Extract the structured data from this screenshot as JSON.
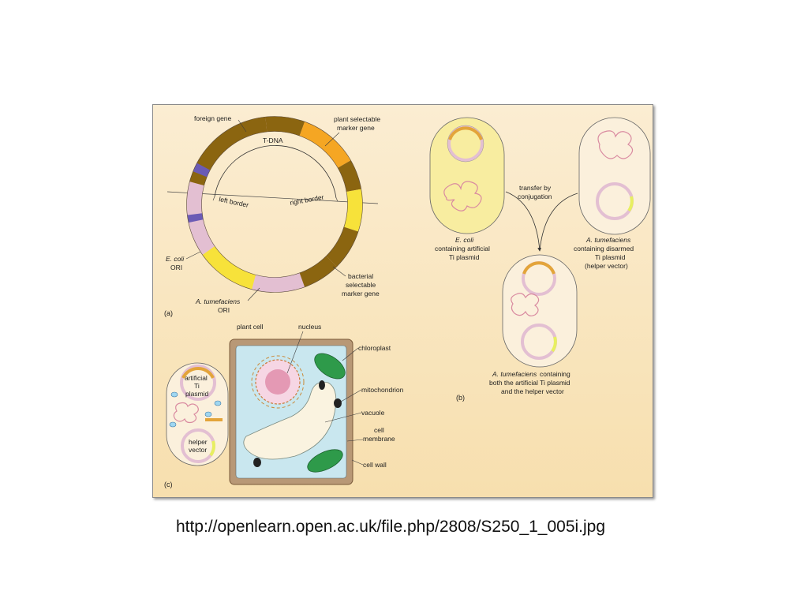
{
  "panel_a": {
    "foreign_gene": "foreign gene",
    "tdna": "T-DNA",
    "plant_marker_l1": "plant selectable",
    "plant_marker_l2": "marker gene",
    "left_border": "left border",
    "right_border": "right border",
    "ecoli_ori_l1": "E. coli",
    "ecoli_ori_l2": "ORI",
    "bact_marker_l1": "bacterial",
    "bact_marker_l2": "selectable",
    "bact_marker_l3": "marker gene",
    "atum_ori_l1": "A. tumefaciens",
    "atum_ori_l2": "ORI",
    "panel_label": "(a)"
  },
  "panel_b": {
    "transfer_l1": "transfer by",
    "transfer_l2": "conjugation",
    "ecoli_l1": "E. coli",
    "ecoli_l2": "containing artificial",
    "ecoli_l3": "Ti plasmid",
    "atum_l1": "A. tumefaciens",
    "atum_l2": "containing disarmed",
    "atum_l3": "Ti plasmid",
    "atum_l4": "(helper vector)",
    "both_l1_italic": "A. tumefaciens",
    "both_l1_rest": " containing",
    "both_l2": "both the artificial Ti plasmid",
    "both_l3": "and the helper vector",
    "panel_label": "(b)"
  },
  "panel_c": {
    "plant_cell": "plant cell",
    "nucleus": "nucleus",
    "chloroplast": "chloroplast",
    "mitochondrion": "mitochondrion",
    "vacuole": "vacuole",
    "cell_membrane_l1": "cell",
    "cell_membrane_l2": "membrane",
    "cell_wall": "cell wall",
    "artificial_l1": "artificial",
    "artificial_l2": "Ti",
    "artificial_l3": "plasmid",
    "helper_l1": "helper",
    "helper_l2": "vector",
    "panel_label": "(c)"
  },
  "footer": {
    "url": "http://openlearn.open.ac.uk/file.php/2808/S250_1_005i.jpg"
  },
  "colors": {
    "background": "#f9e6c0",
    "dark_segment": "#8b6510",
    "orange_segment": "#f5a623",
    "yellow_segment": "#f7e23a",
    "pink_plasmid": "#e3bfd2",
    "ori_segment": "#6b5bb5",
    "cytoplasm": "#c9e7ef",
    "chloroplast": "#2e9a4a"
  }
}
